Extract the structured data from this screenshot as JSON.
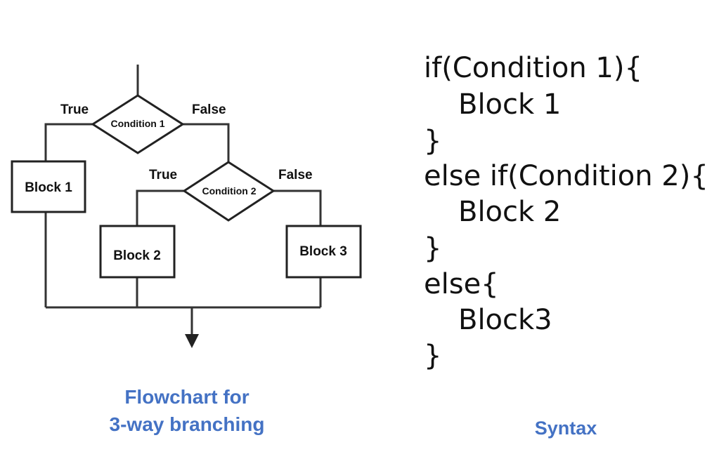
{
  "flowchart": {
    "condition1": "Condition 1",
    "condition2": "Condition 2",
    "true1": "True",
    "false1": "False",
    "true2": "True",
    "false2": "False",
    "block1": "Block 1",
    "block2": "Block 2",
    "block3": "Block 3"
  },
  "captions": {
    "flowchart_line1": "Flowchart for",
    "flowchart_line2": "3-way branching",
    "syntax": "Syntax"
  },
  "code": {
    "lines": [
      "if(Condition 1){",
      "Block 1",
      "}",
      "else if(Condition 2){",
      "Block 2",
      "}",
      "else{",
      "Block3",
      "}"
    ]
  },
  "colors": {
    "caption": "#4472C4",
    "stroke": "#222222"
  }
}
